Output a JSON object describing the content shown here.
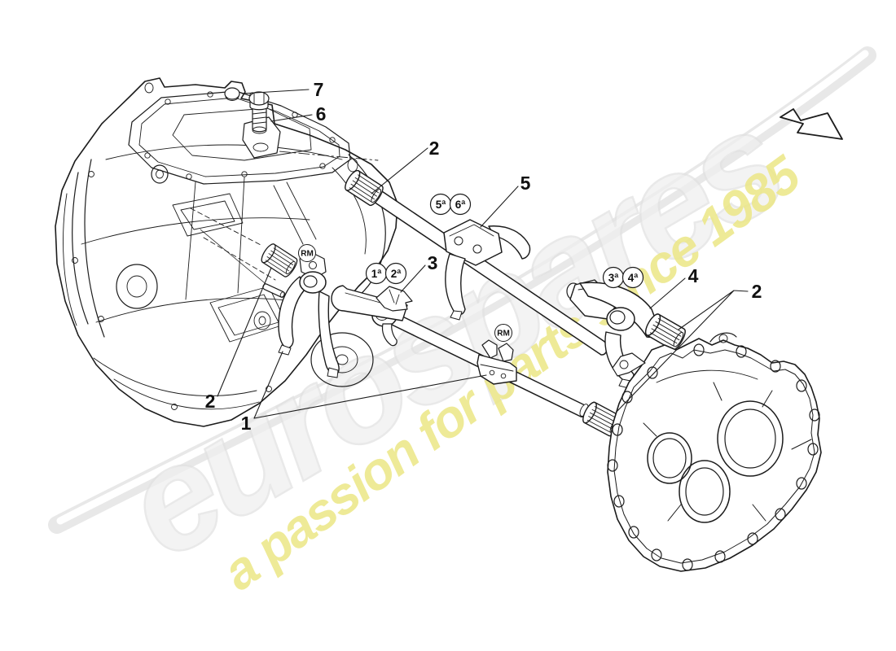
{
  "watermark": {
    "brand": "eurospares",
    "tagline": "a passion for parts since 1985",
    "brand_color": "#efefef",
    "tagline_color": "#ece786",
    "swoosh_color": "#e8e8e8"
  },
  "callouts": {
    "part7": "7",
    "part6": "6",
    "part5": "5",
    "part4": "4",
    "part3": "3",
    "part1": "1",
    "part2_top": "2",
    "part2_left": "2",
    "part2_right": "2"
  },
  "gear_badges": {
    "g5": "5ª",
    "g6": "6ª",
    "g1": "1ª",
    "g2": "2ª",
    "g3": "3ª",
    "g4": "4ª",
    "reverse_left": "RM",
    "reverse_right": "RM"
  }
}
